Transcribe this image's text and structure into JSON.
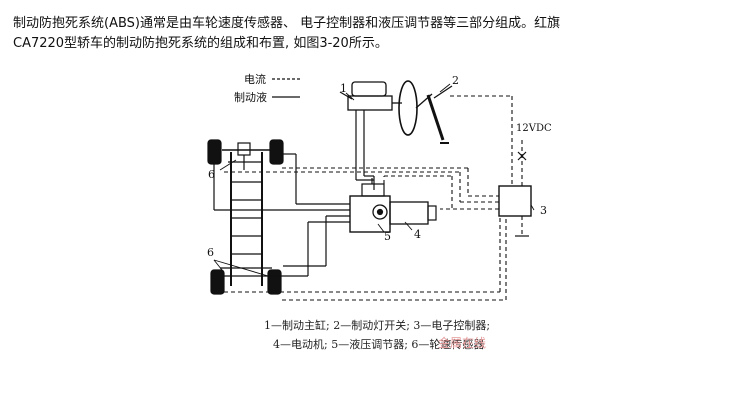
{
  "paragraph": {
    "line1": "制动防抱死系统(ABS)通常是由车轮速度传感器、 电子控制器和液压调节器等三部分组成。红旗",
    "line2": "CA7220型轿车的制动防抱死系统的组成和布置, 如图3-20所示。"
  },
  "legend": {
    "current_label": "电流",
    "fluid_label": "制动液"
  },
  "labels": {
    "n1": "1",
    "n2": "2",
    "n3": "3",
    "n4": "4",
    "n5": "5",
    "n6_front": "6",
    "n6_rear": "6",
    "voltage": "12VDC"
  },
  "caption": {
    "line1": "1—制动主缸; 2—制动灯开关; 3—电子控制器;",
    "line2": "4—电动机; 5—液压调节器; 6—轮速传感器"
  },
  "watermark": "金属在线"
}
